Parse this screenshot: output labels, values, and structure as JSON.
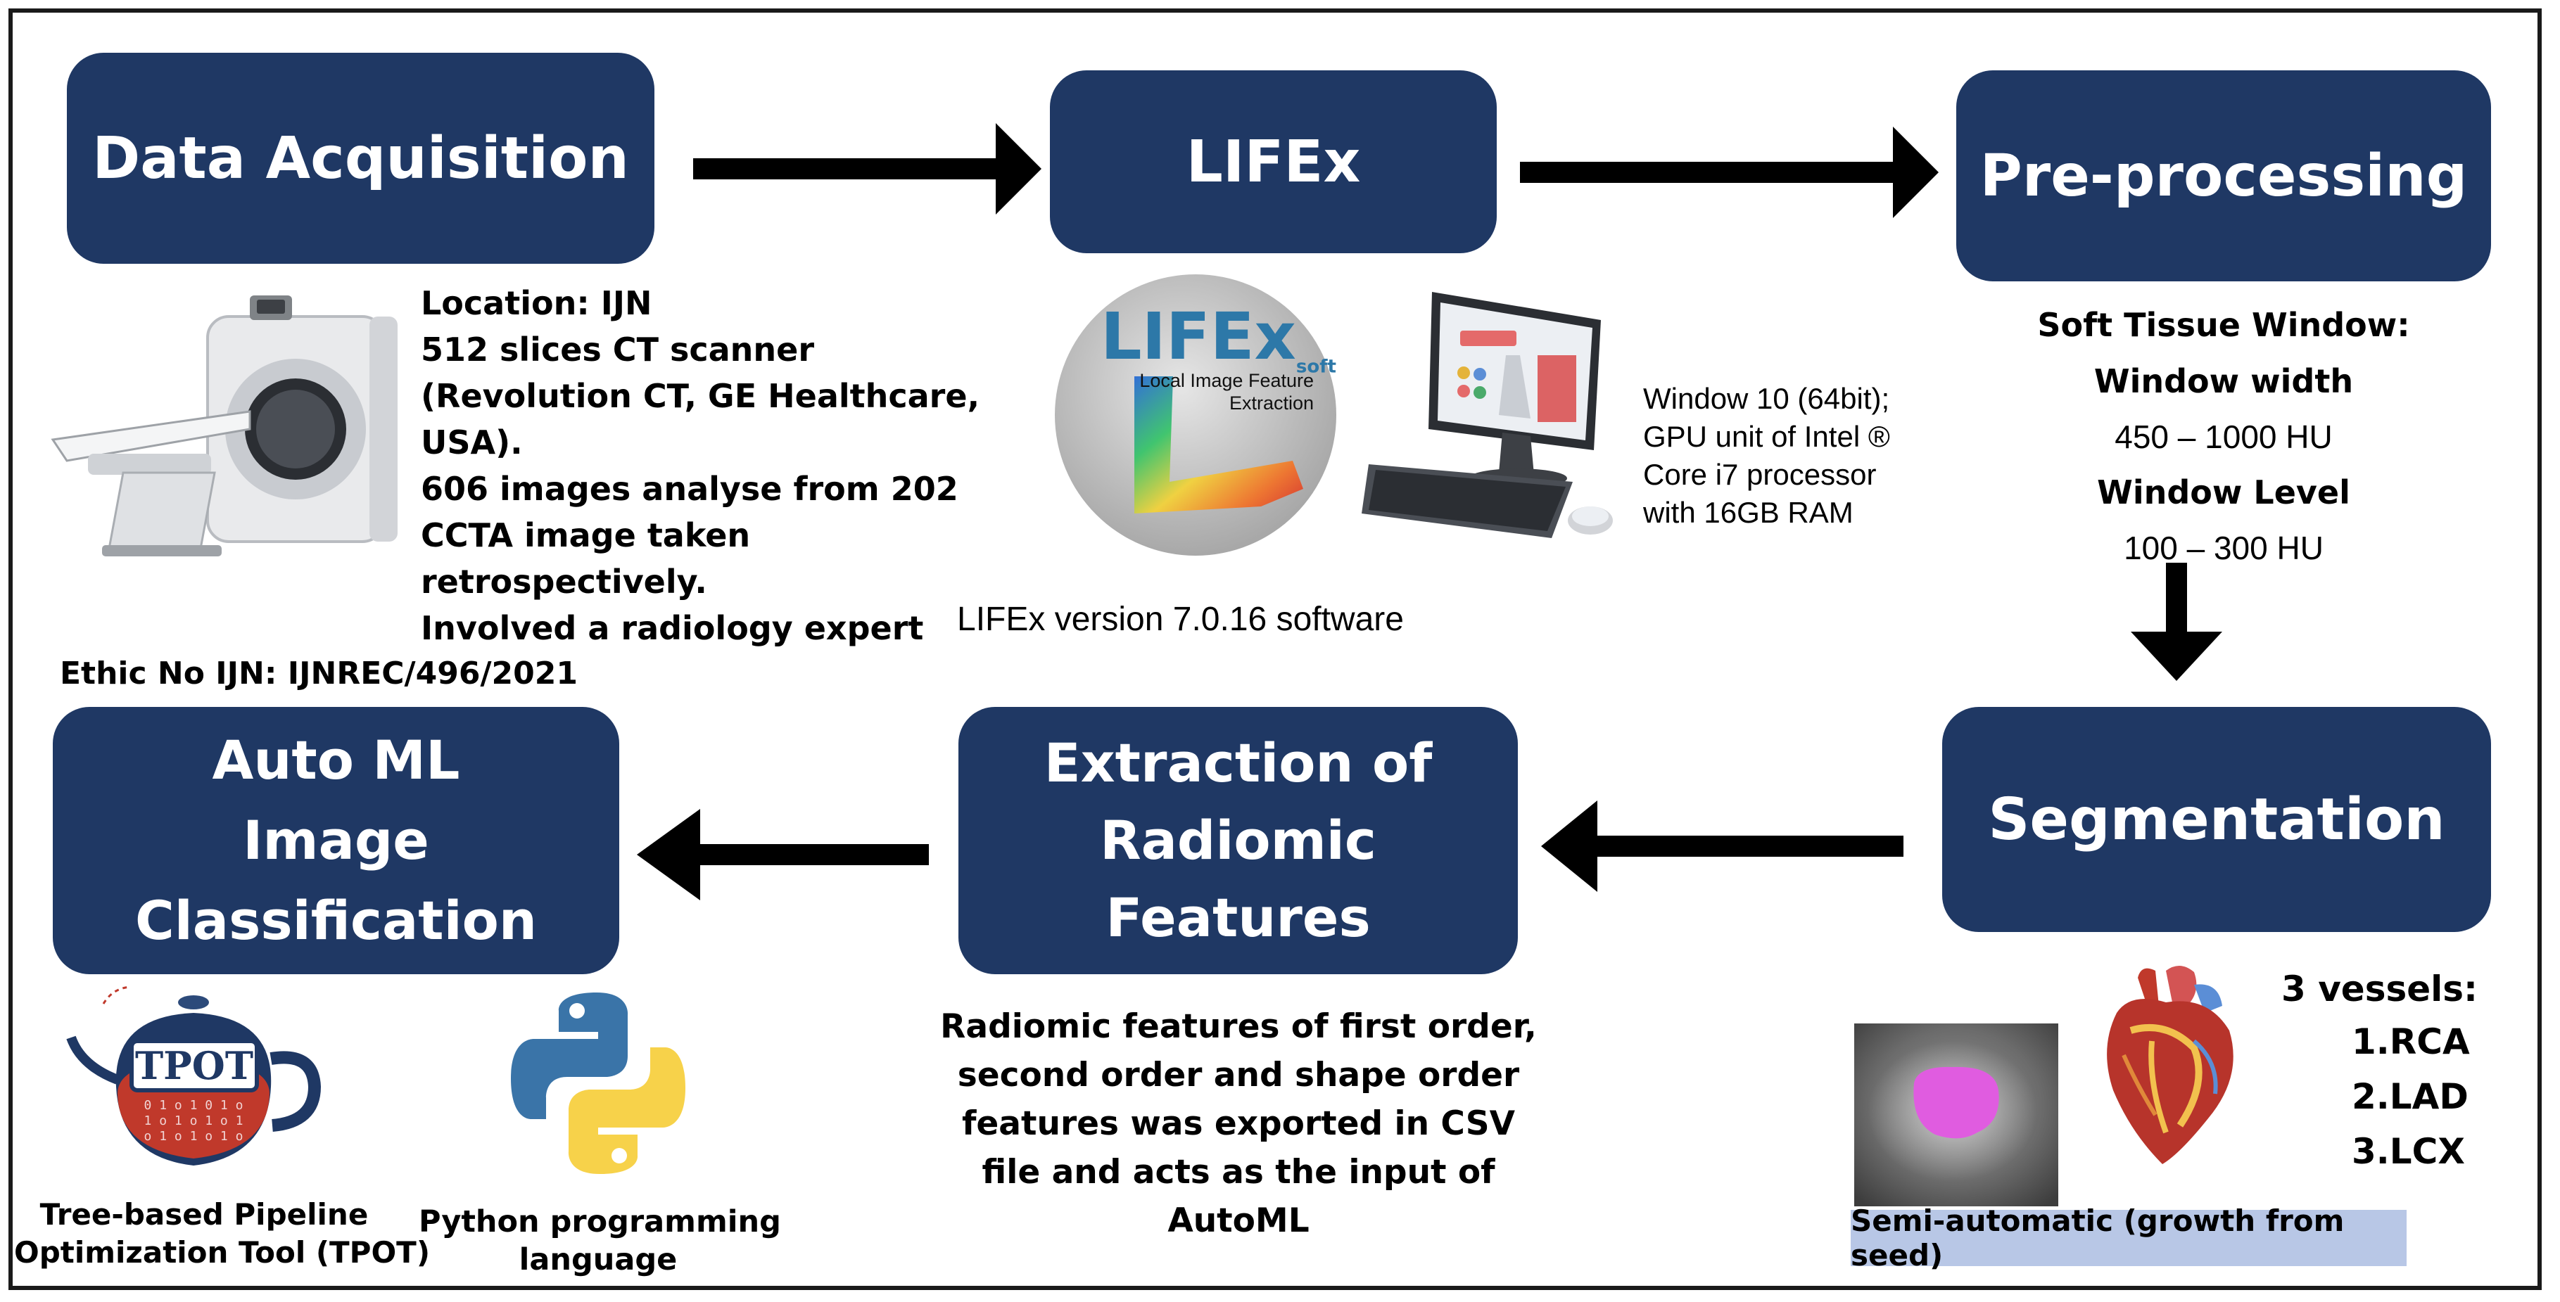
{
  "boxes": {
    "data_acquisition": "Data Acquisition",
    "lifex": "LIFEx",
    "preprocessing": "Pre-processing",
    "segmentation": "Segmentation",
    "extraction": [
      "Extraction of",
      "Radiomic",
      "Features"
    ],
    "automl": [
      "Auto ML",
      "Image",
      "Classification"
    ]
  },
  "data_acquisition_details": [
    "Location: IJN",
    "512 slices CT scanner",
    "(Revolution CT, GE Healthcare,",
    "USA).",
    "606 images analyse from 202",
    "CCTA image taken",
    "retrospectively.",
    "Involved a radiology expert"
  ],
  "ethic_note": "Ethic No IJN: IJNREC/496/2021",
  "lifex": {
    "logo_title": "LIFEx",
    "logo_sup": "soft",
    "logo_subtitle": [
      "Local Image Feature",
      "Extraction"
    ],
    "version": "LIFEx version 7.0.16 software",
    "system_specs": [
      "Window 10 (64bit);",
      "GPU unit of Intel ®",
      "Core i7 processor",
      "with 16GB RAM"
    ]
  },
  "preprocessing": {
    "heading": "Soft Tissue Window:",
    "width_label": "Window width",
    "width_value": "450 – 1000 HU",
    "level_label": "Window Level",
    "level_value": "100 – 300 HU"
  },
  "segmentation": {
    "vessels_title": "3 vessels:",
    "vessels": [
      "1.RCA",
      "2.LAD",
      "3.LCX"
    ],
    "method": "Semi-automatic (growth from seed)"
  },
  "extraction_details": [
    "Radiomic features of first order,",
    "second order and shape order",
    "features was exported in CSV",
    "file and acts as the input  of",
    "AutoML"
  ],
  "automl": {
    "tpot_logo": "TPOT",
    "tpot_binary": [
      "0 1 o 1 0 1 o",
      "1 o 1 o 1 o 1",
      "o 1 o 1 o 1 o"
    ],
    "tpot_caption": [
      "Tree-based Pipeline",
      "Optimization  Tool (TPOT)"
    ],
    "python_caption": [
      "Python programming",
      "language"
    ]
  },
  "colors": {
    "box_fill": "#1f3864",
    "arrow": "#000000",
    "semi_auto_bg": "#b8c7e6",
    "mask": "#e05ce0"
  }
}
